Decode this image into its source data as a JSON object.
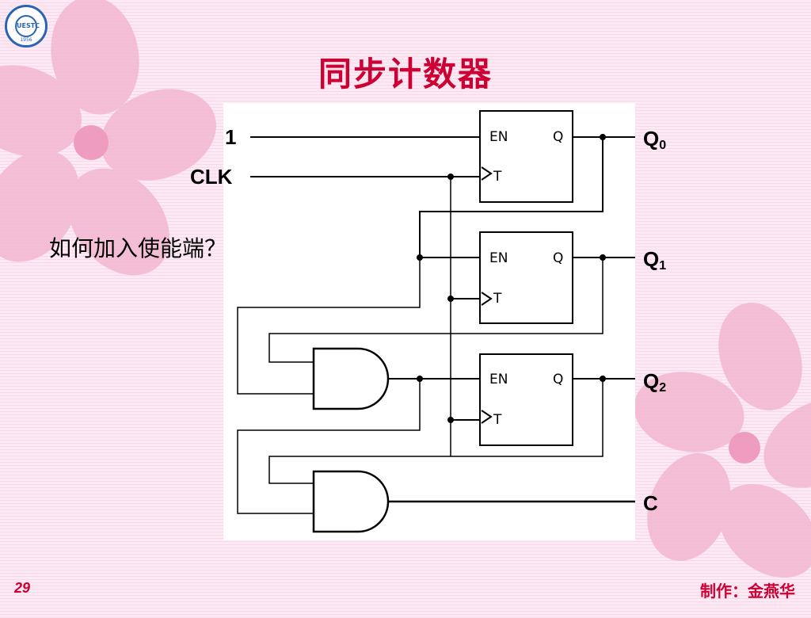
{
  "slide": {
    "title": "同步计数器",
    "question": "如何加入使能端？",
    "page_number": "29",
    "author": "制作：金燕华"
  },
  "logo": {
    "text": "UESTC",
    "year": "1956",
    "accent": "#2b63b6"
  },
  "circuit": {
    "inputs": {
      "one": "1",
      "clk": "CLK"
    },
    "flip_flops": [
      {
        "en_label": "EN",
        "q_label": "Q",
        "t_label": "T"
      },
      {
        "en_label": "EN",
        "q_label": "Q",
        "t_label": "T"
      },
      {
        "en_label": "EN",
        "q_label": "Q",
        "t_label": "T"
      }
    ],
    "outputs": {
      "q0": {
        "base": "Q",
        "sub": "0"
      },
      "q1": {
        "base": "Q",
        "sub": "1"
      },
      "q2": {
        "base": "Q",
        "sub": "2"
      },
      "c": "C"
    },
    "gates": [
      "and-gate",
      "and-gate"
    ]
  },
  "colors": {
    "title": "#cc0033",
    "background": "#fbe6f1",
    "petal": "#f3b6d0"
  }
}
